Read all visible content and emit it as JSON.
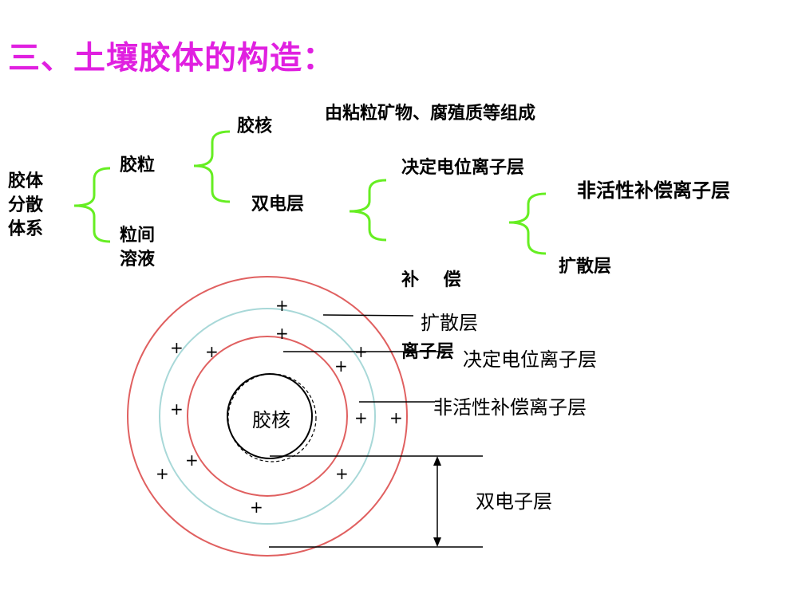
{
  "title": "三、土壤胶体的构造：",
  "tree": {
    "root": [
      "胶体",
      "分散",
      "体系"
    ],
    "colloid_particle": "胶粒",
    "intergranular_solution": [
      "粒间",
      "溶液"
    ],
    "core": "胶核",
    "core_note": "由粘粒矿物、腐殖质等组成",
    "double_layer": "双电层",
    "determining_layer": "决定电位离子层",
    "compensating": [
      "补    偿",
      "离子层"
    ],
    "inactive_layer": "非活性补偿离子层",
    "diffuse_layer": "扩散层"
  },
  "diagram": {
    "core_label": "胶核",
    "callout_diffuse": "扩散层",
    "callout_determining": "决定电位离子层",
    "callout_inactive": "非活性补偿离子层",
    "callout_double": "双电子层",
    "plus_sign": "+"
  },
  "colors": {
    "title": "#e020e0",
    "brace": "#66ee22",
    "outer_ring": "#e06060",
    "middle_ring": "#a8d8d8",
    "inner_ring": "#e06060"
  }
}
